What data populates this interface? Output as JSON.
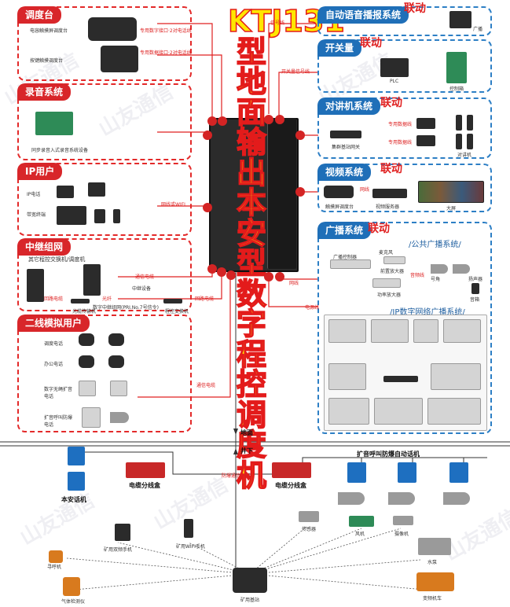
{
  "title": "KTJ131型地面输出本安型数字程控调度机",
  "link_label": "联动",
  "watermark": "山友通信",
  "sections": {
    "dispatch": {
      "title": "调度台",
      "items": [
        "电容触摸屏调度台",
        "按键触摸调度台"
      ],
      "lines": [
        "专用数字接口·2对电话线",
        "专用数据接口·2对电话线"
      ]
    },
    "recording": {
      "title": "录音系统",
      "items": [
        "同步录音入式录音系统设备"
      ]
    },
    "ip": {
      "title": "IP用户",
      "items": [
        "IP电话",
        "带宽终端"
      ],
      "line": "网线或WIFI"
    },
    "relay": {
      "title": "中继组网",
      "items": [
        "其它程控交换机/调度机",
        "中继设备",
        "数字中继组网(PRI.No.7号信令)",
        "光纤",
        "光缆传输机",
        "程控交换机"
      ],
      "lines": [
        "通信电缆",
        "回路电缆",
        "回路电缆"
      ]
    },
    "analog": {
      "title": "二线模拟用户",
      "items": [
        "调度电话",
        "办公电话",
        "数字无绳扩音电话",
        "扩音呼叫防爆电话"
      ],
      "line": "通信电缆"
    },
    "auto_broadcast": {
      "title": "自动语音播报系统",
      "line": "信号线",
      "device": "广播"
    },
    "switch": {
      "title": "开关量",
      "line": "开关量信号线",
      "items": [
        "PLC",
        "控制箱"
      ]
    },
    "intercom": {
      "title": "对讲机系统",
      "items": [
        "集群基站网关",
        "对讲机"
      ],
      "lines": [
        "专用数据线",
        "专用数据线"
      ]
    },
    "video": {
      "title": "视频系统",
      "items": [
        "触摸屏调度台",
        "视频服务器",
        "大屏"
      ],
      "line": "网线"
    },
    "broadcast": {
      "title": "广播系统",
      "public": "/公共广播系统/",
      "ipnet": "/IP数字网络广播系统/",
      "items": [
        "麦克风",
        "广播控制器",
        "前置放大器",
        "功率放大器",
        "音箱",
        "号角",
        "扬声器"
      ],
      "lines": [
        "音频线",
        "网线",
        "电源线"
      ]
    }
  },
  "bottom": {
    "ground": "地面",
    "underground": "井下",
    "phone": "本安话机",
    "junction1": "电缆分线盒",
    "junction2": "电缆分线盒",
    "broadcast_phone": "扩音呼叫防爆自动话机",
    "cable": "防爆通信电缆",
    "wireless": [
      "矿用双频手机",
      "矿用WIFI手机",
      "传感器",
      "风机",
      "摄像机",
      "水泵",
      "变频机车",
      "气体检测仪",
      "寻呼机"
    ],
    "base": "矿用基站"
  },
  "colors": {
    "red": "#d8262a",
    "blue": "#1f6fb8",
    "title_fill": "#ffe600",
    "title_stroke": "#e31b1b"
  }
}
